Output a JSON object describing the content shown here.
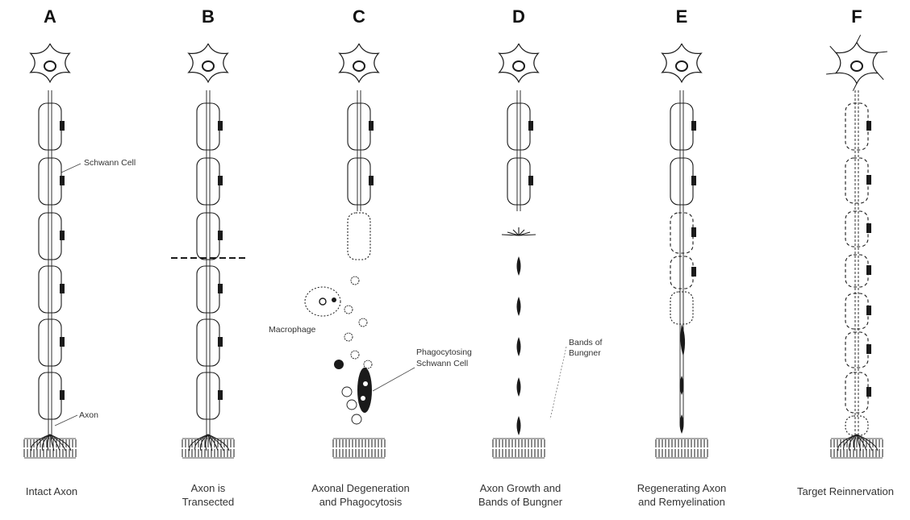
{
  "panels": [
    {
      "letter": "A",
      "caption": [
        "Intact Axon"
      ]
    },
    {
      "letter": "B",
      "caption": [
        "Axon is",
        "Transected"
      ]
    },
    {
      "letter": "C",
      "caption": [
        "Axonal Degeneration",
        "and Phagocytosis"
      ]
    },
    {
      "letter": "D",
      "caption": [
        "Axon Growth and",
        "Bands of Bungner"
      ]
    },
    {
      "letter": "E",
      "caption": [
        "Regenerating Axon",
        "and Remyelination"
      ]
    },
    {
      "letter": "F",
      "caption": [
        "Target Reinnervation"
      ]
    }
  ],
  "annotations": {
    "schwann_cell": "Schwann Cell",
    "axon": "Axon",
    "macrophage": "Macrophage",
    "phagocytosing": [
      "Phagocytosing",
      "Schwann Cell"
    ],
    "bands": [
      "Bands of",
      "Bungner"
    ]
  },
  "colors": {
    "ink": "#1a1a1a",
    "faint": "#555555",
    "background": "#ffffff"
  }
}
